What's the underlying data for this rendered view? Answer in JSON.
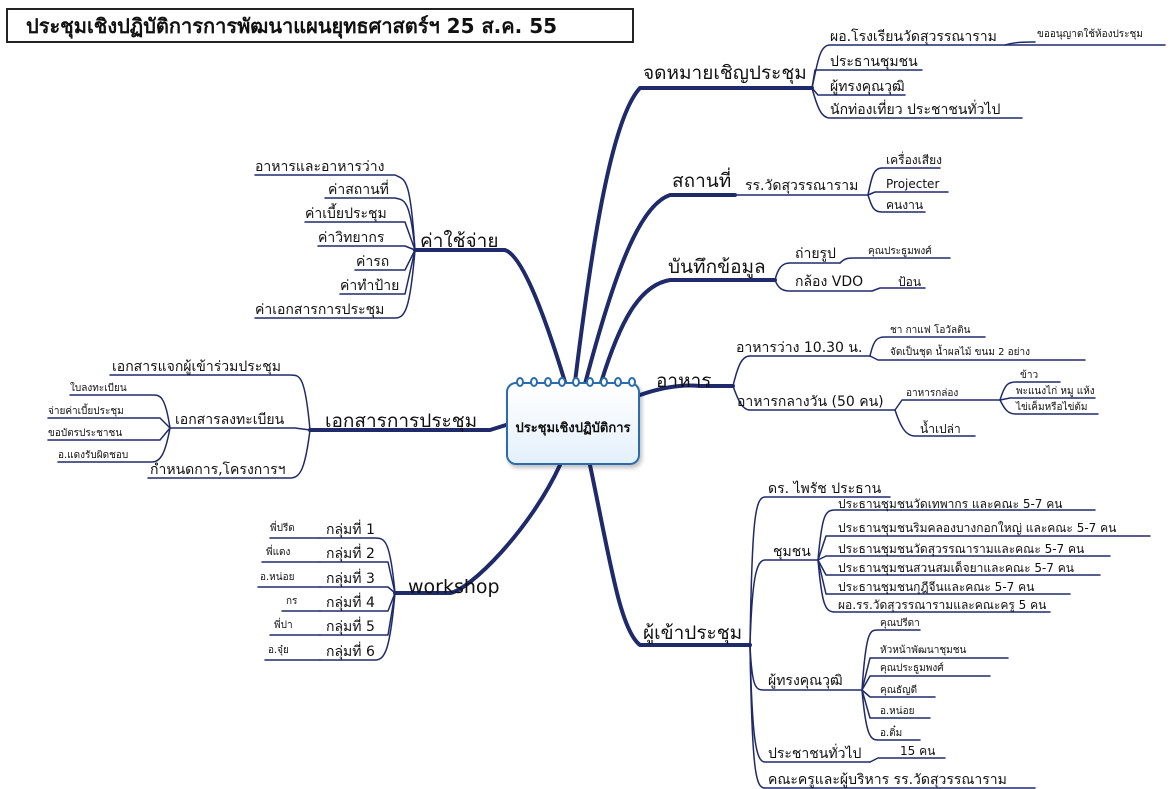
{
  "title": "ประชุมเชิงปฏิบัติการการพัฒนาแผนยุทธศาสตร์ฯ 25 ส.ค. 55",
  "center": {
    "label": "ประชุมเชิงปฏิบัติการ"
  },
  "nodes": {
    "invite": "จดหมายเชิญประชุม",
    "inv_school": "ผอ.โรงเรียนวัดสุวรรณาราม",
    "inv_permit": "ขออนุญาตใช้ห้องประชุม",
    "inv_chair": "ประธานชุมชน",
    "inv_expert": "ผู้ทรงคุณวุฒิ",
    "inv_public": "นักท่องเที่ยว ประชาชนทั่วไป",
    "place": "สถานที่",
    "place_school": "รร.วัดสุวรรณาราม",
    "place_sound": "เครื่องเสียง",
    "place_proj": "Projecter",
    "place_staff": "คนงาน",
    "record": "บันทึกข้อมูล",
    "rec_photo": "ถ่ายรูป",
    "rec_photo_who": "คุณประธูมพงศ์",
    "rec_vdo": "กล้อง VDO",
    "rec_vdo_who": "ป้อน",
    "food": "อาหาร",
    "food_snack": "อาหารว่าง 10.30 น.",
    "food_snack1": "ชา กาแฟ โอวัลติน",
    "food_snack2": "จัดเป็นชุด น้ำผลไม้ ขนม 2 อย่าง",
    "food_lunch": "อาหารกลางวัน (50 คน)",
    "food_box": "อาหารกล่อง",
    "food_rice": "ข้าว",
    "food_chicken": "พะแนงไก่ หมู แห้ง",
    "food_egg": "ไข่เค็มหรือไข่ต้ม",
    "food_water": "น้ำเปล่า",
    "attend": "ผู้เข้าประชุม",
    "att_pres": "ดร. ไพรัช ประธาน",
    "att_comm": "ชุมชน",
    "comm1": "ประธานชุมชนวัดเทพากร และคณะ 5-7 คน",
    "comm2": "ประธานชุมชนริมคลองบางกอกใหญ่ และคณะ 5-7 คน",
    "comm3": "ประธานชุมชนวัดสุวรรณารามและคณะ 5-7 คน",
    "comm4": "ประธานชุมชนสวนสมเด็จยาและคณะ 5-7 คน",
    "comm5": "ประธานชุมชนกุฎีจีนและคณะ 5-7 คน",
    "comm6": "ผอ.รร.วัดสุวรรณารามและคณะครู 5 คน",
    "att_expert": "ผู้ทรงคุณวุฒิ",
    "exp1": "คุณปรีดา",
    "exp2": "หัวหน้าพัฒนาชุมชน",
    "exp3": "คุณประธูมพงศ์",
    "exp4": "คุณธัญดี",
    "exp5": "อ.หน่อย",
    "exp6": "อ.ติ๋ม",
    "att_public": "ประชาชนทั่วไป",
    "att_public_n": "15 คน",
    "att_teachers": "คณะครูและผู้บริหาร รร.วัดสุวรรณาราม",
    "cost": "ค่าใช้จ่าย",
    "cost1": "อาหารและอาหารว่าง",
    "cost2": "ค่าสถานที่",
    "cost3": "ค่าเบี้ยประชุม",
    "cost4": "ค่าวิทยากร",
    "cost5": "ค่ารถ",
    "cost6": "ค่าทำป้าย",
    "cost7": "ค่าเอกสารการประชุม",
    "docs": "เอกสารการประชุม",
    "docs_hand": "เอกสารแจกผู้เข้าร่วมประชุม",
    "docs_reg": "เอกสารลงทะเบียน",
    "reg1": "ใบลงทะเบียน",
    "reg2": "จ่ายค่าเบี้ยประชุม",
    "reg3": "ขอบัตรประชาชน",
    "reg4": "อ.แดงรับผิดชอบ",
    "docs_sched": "กำหนดการ,โครงการฯ",
    "workshop": "workshop",
    "g1": "กลุ่มที่ 1",
    "g1w": "พี่ปรีด",
    "g2": "กลุ่มที่ 2",
    "g2w": "พี่แดง",
    "g3": "กลุ่มที่ 3",
    "g3w": "อ.หน่อย",
    "g4": "กลุ่มที่ 4",
    "g4w": "กร",
    "g5": "กลุ่มที่ 5",
    "g5w": "พี่ปา",
    "g6": "กลุ่มที่ 6",
    "g6w": "อ.จุ๋ย"
  },
  "colors": {
    "line": "#1f2a6b",
    "box_border": "#2b6cb0"
  }
}
